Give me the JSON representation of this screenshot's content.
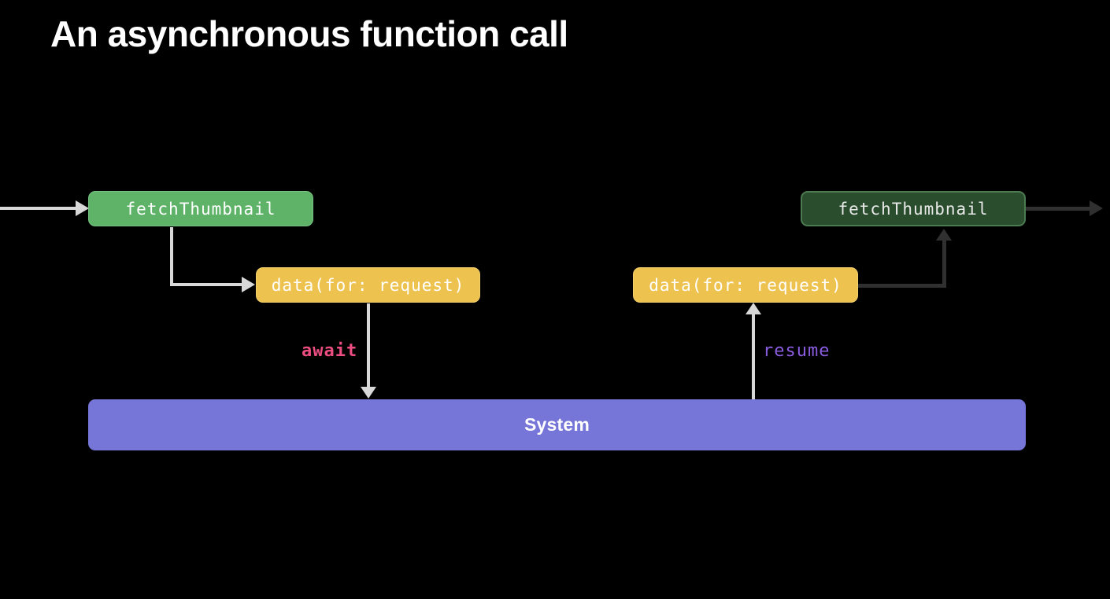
{
  "title": "An asynchronous function call",
  "colors": {
    "background": "#000000",
    "green_box_bg": "#5fb369",
    "green_box_border": "#78c182",
    "dark_green_box_bg": "#2a4e2d",
    "dark_green_box_border": "#4d7a50",
    "yellow_box_bg": "#edc24e",
    "yellow_box_border": "#f2cf6e",
    "system_bar_bg": "#7675d8",
    "await_label": "#ed4e82",
    "resume_label": "#8a5ce0",
    "light_arrow": "#d8d8d8",
    "dark_arrow": "#303030",
    "box_text": "#ffffff",
    "dark_box_text": "#e8e8e8"
  },
  "diagram": {
    "caller_box": {
      "label": "fetchThumbnail"
    },
    "call_box": {
      "label": "data(for: request)"
    },
    "await_keyword": "await",
    "system_bar": {
      "label": "System"
    },
    "resume_keyword": "resume",
    "resume_box": {
      "label": "data(for: request)"
    },
    "return_box": {
      "label": "fetchThumbnail"
    }
  }
}
